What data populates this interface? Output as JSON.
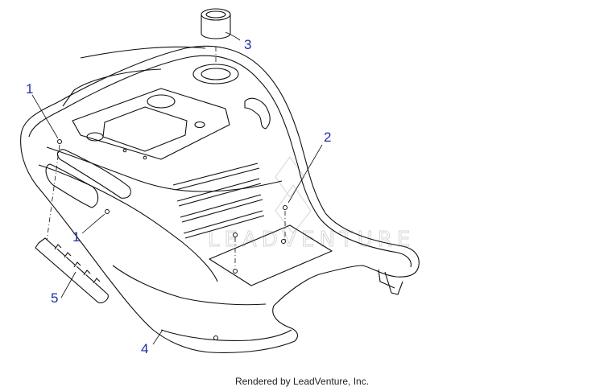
{
  "callouts": {
    "c1_top": "1",
    "c1_bottom": "1",
    "c2": "2",
    "c3": "3",
    "c4": "4",
    "c5": "5"
  },
  "watermark": "LEADVENTURE",
  "footer": "Rendered by LeadVenture, Inc.",
  "colors": {
    "callout": "#1f2fa8",
    "line": "#111111"
  }
}
